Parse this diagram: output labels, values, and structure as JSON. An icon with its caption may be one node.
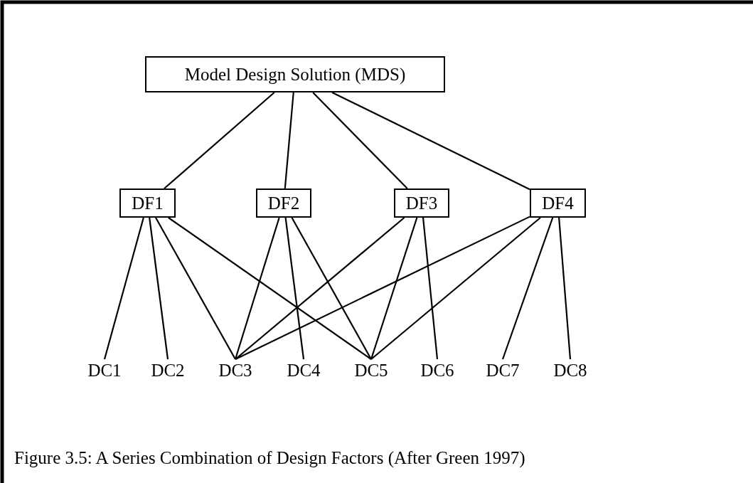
{
  "diagram": {
    "caption": "Figure 3.5: A Series Combination of Design Factors (After Green 1997)",
    "nodes": [
      {
        "text": [
          "Model Design Solution (MDS)"
        ]
      },
      {
        "text": [
          "DF1"
        ]
      },
      {
        "text": [
          "DF2"
        ]
      },
      {
        "text": [
          "DF3"
        ]
      },
      {
        "text": [
          "DF4"
        ]
      },
      {
        "text": [
          "DC1"
        ]
      },
      {
        "text": [
          "DC2"
        ]
      },
      {
        "text": [
          "DC3"
        ]
      },
      {
        "text": [
          "DC4"
        ]
      },
      {
        "text": [
          "DC5"
        ]
      },
      {
        "text": [
          "DC6"
        ]
      },
      {
        "text": [
          "DC7"
        ]
      },
      {
        "text": [
          "DC8"
        ]
      }
    ],
    "edges": [
      {
        "from": 0,
        "to": 1,
        "arrow": "none"
      },
      {
        "from": 0,
        "to": 2,
        "arrow": "none"
      },
      {
        "from": 0,
        "to": 3,
        "arrow": "none"
      },
      {
        "from": 0,
        "to": 4,
        "arrow": "none"
      },
      {
        "from": 1,
        "to": 5,
        "arrow": "none"
      },
      {
        "from": 1,
        "to": 6,
        "arrow": "none"
      },
      {
        "from": 1,
        "to": 7,
        "arrow": "none"
      },
      {
        "from": 1,
        "to": 9,
        "arrow": "none"
      },
      {
        "from": 2,
        "to": 7,
        "arrow": "none"
      },
      {
        "from": 2,
        "to": 8,
        "arrow": "none"
      },
      {
        "from": 2,
        "to": 9,
        "arrow": "none"
      },
      {
        "from": 3,
        "to": 7,
        "arrow": "none"
      },
      {
        "from": 3,
        "to": 9,
        "arrow": "none"
      },
      {
        "from": 3,
        "to": 10,
        "arrow": "none"
      },
      {
        "from": 4,
        "to": 7,
        "arrow": "none"
      },
      {
        "from": 4,
        "to": 9,
        "arrow": "none"
      },
      {
        "from": 4,
        "to": 11,
        "arrow": "none"
      },
      {
        "from": 4,
        "to": 12,
        "arrow": "none"
      }
    ]
  }
}
